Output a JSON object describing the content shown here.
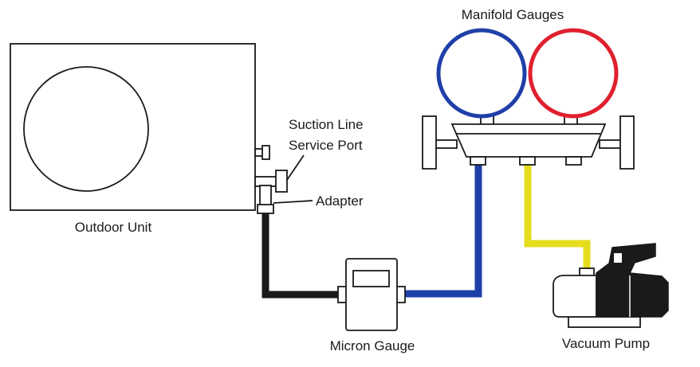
{
  "labels": {
    "manifold_gauges": "Manifold Gauges",
    "suction_line": "Suction Line",
    "service_port": "Service Port",
    "adapter": "Adapter",
    "outdoor_unit": "Outdoor Unit",
    "micron_gauge": "Micron Gauge",
    "vacuum_pump": "Vacuum Pump"
  },
  "colors": {
    "low_side_gauge": "#1f3fa8",
    "high_side_gauge": "#e0202e",
    "blue_hose": "#1f3fa8",
    "yellow_hose": "#e6dc1e",
    "black_hose": "#1a1a1a",
    "pump_motor": "#1a1a1a"
  }
}
